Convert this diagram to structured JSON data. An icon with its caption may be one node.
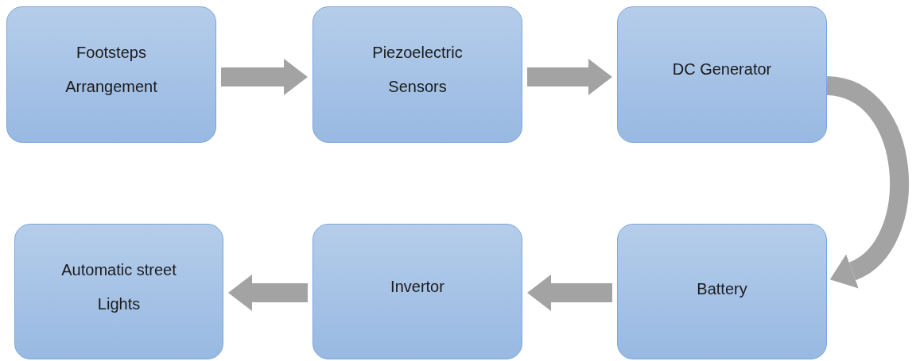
{
  "diagram": {
    "nodes": [
      {
        "text": [
          "Footsteps Arrangement"
        ]
      },
      {
        "text": [
          "Piezoelectric Sensors"
        ]
      },
      {
        "text": [
          "DC Generator"
        ]
      },
      {
        "text": [
          "Automatic street Lights"
        ]
      },
      {
        "text": [
          "Invertor"
        ]
      },
      {
        "text": [
          "Battery"
        ]
      }
    ],
    "edges": [
      {
        "from": 0,
        "to": 1,
        "arrow": "to"
      },
      {
        "from": 1,
        "to": 2,
        "arrow": "to"
      },
      {
        "from": 2,
        "to": 5,
        "arrow": "to"
      },
      {
        "from": 5,
        "to": 4,
        "arrow": "to"
      },
      {
        "from": 4,
        "to": 3,
        "arrow": "to"
      }
    ]
  }
}
